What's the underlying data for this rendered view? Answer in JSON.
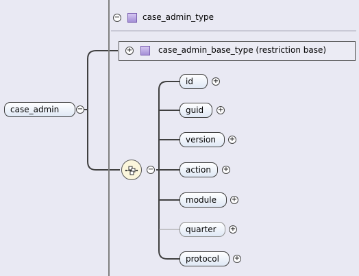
{
  "complex_type": {
    "name": "case_admin_type"
  },
  "base": {
    "label": "case_admin_base_type (restriction base)"
  },
  "root_element": {
    "name": "case_admin"
  },
  "children": [
    {
      "name": "id",
      "optional": false
    },
    {
      "name": "guid",
      "optional": false
    },
    {
      "name": "version",
      "optional": false
    },
    {
      "name": "action",
      "optional": false
    },
    {
      "name": "module",
      "optional": false
    },
    {
      "name": "quarter",
      "optional": true
    },
    {
      "name": "protocol",
      "optional": false
    }
  ],
  "icons": {
    "expand": "plus-in-circle",
    "collapse": "minus-in-circle",
    "compositor": "sequence-icon",
    "type": "complex-type-icon"
  },
  "colors": {
    "background": "#e9e9f3",
    "node_fill_top": "#ffffff",
    "node_fill_bottom": "#dfe8f5",
    "connector": "#3f3f3f",
    "sequence_fill": "#fbf6dc",
    "type_icon": "#a48fd6"
  }
}
